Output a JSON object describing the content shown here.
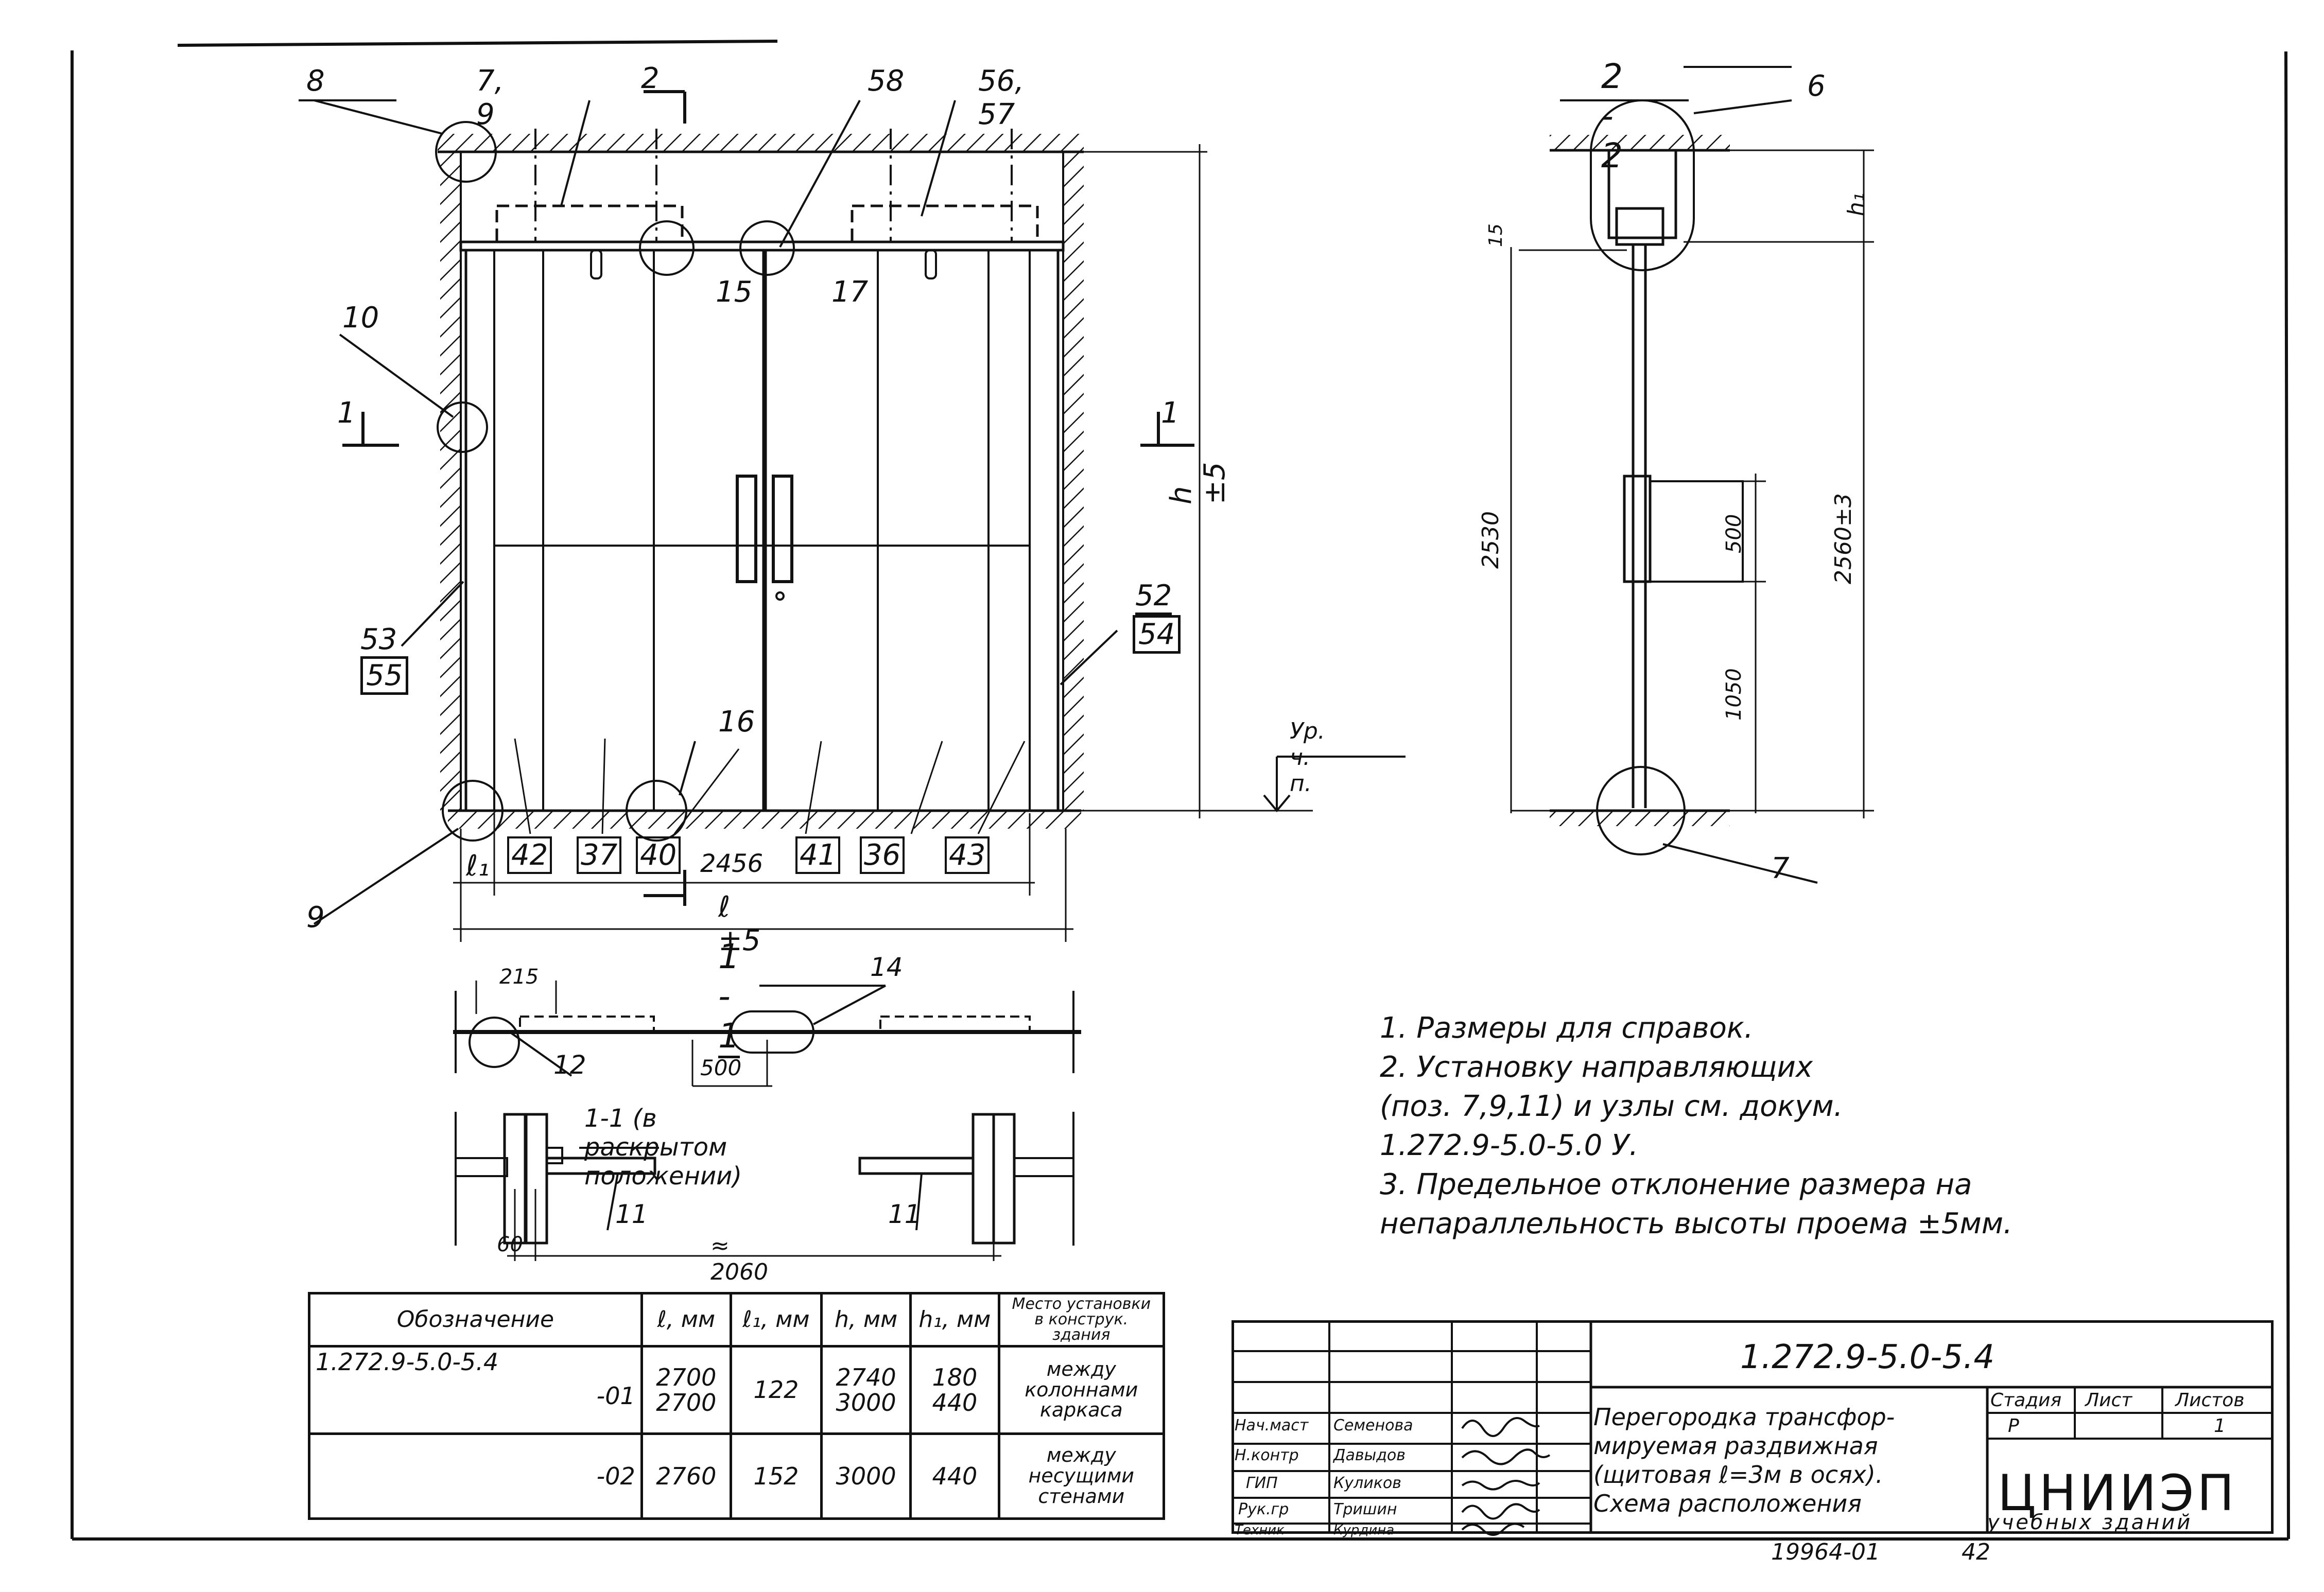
{
  "doc_code": "1.272.9-5.0-5.4",
  "title_lines": [
    "Перегородка трансфор-",
    "мируемая раздвижная",
    "(щитовая ℓ=3м в осях).",
    "Схема расположения"
  ],
  "stage_headers": [
    "Стадия",
    "Лист",
    "Листов"
  ],
  "stage_values": [
    "Р",
    "",
    "1"
  ],
  "organization": "ЦНИИЭП",
  "organization_sub": "учебных зданий",
  "bottom_number": "19964-01",
  "bottom_page": "42",
  "signatures": [
    {
      "role": "Нач.маст",
      "name": "Семенова"
    },
    {
      "role": "Н.контр",
      "name": "Давыдов"
    },
    {
      "role": "ГИП",
      "name": "Куликов"
    },
    {
      "role": "Рук.гр",
      "name": "Тришин"
    },
    {
      "role": "Техник",
      "name": "Курдина"
    }
  ],
  "notes": [
    "1.  Размеры для справок.",
    "2.  Установку направляющих",
    "     (поз. 7,9,11) и узлы см. докум.",
    "     1.272.9-5.0-5.0 У.",
    "3.  Предельное отклонение размера на",
    "     непараллельность высоты проема ±5мм."
  ],
  "spec_table": {
    "headers": [
      "Обозначение",
      "ℓ, мм",
      "ℓ₁, мм",
      "h, мм",
      "h₁, мм",
      "Место установки в конструк. здания"
    ],
    "designation": "1.272.9-5.0-5.4",
    "rows": [
      {
        "variant": "-01",
        "l": [
          "2700",
          "2700"
        ],
        "l1": "122",
        "h": [
          "2740",
          "3000"
        ],
        "h1": [
          "180",
          "440"
        ],
        "place": [
          "между",
          "колоннами",
          "каркаса"
        ]
      },
      {
        "variant": "-02",
        "l": [
          "2760"
        ],
        "l1": "152",
        "h": [
          "3000"
        ],
        "h1": [
          "440"
        ],
        "place": [
          "между",
          "несущими",
          "стенами"
        ]
      }
    ]
  },
  "drawing_labels": {
    "callouts": [
      "8",
      "7, 9",
      "2",
      "58",
      "56, 57",
      "15",
      "17",
      "10",
      "1",
      "1",
      "53",
      "55",
      "52",
      "54",
      "16",
      "42",
      "37",
      "40",
      "41",
      "36",
      "43",
      "9",
      "ℓ₁",
      "2456",
      "ℓ ±5",
      "h ±5",
      "Ур. ч. п."
    ],
    "section_2_2": [
      "2 - 2",
      "6",
      "h₁",
      "15",
      "2530",
      "500",
      "1050",
      "2560±3",
      "7"
    ],
    "section_1_1": [
      "1 - 1",
      "215",
      "14",
      "12",
      "500",
      "1-1 (в раскрытом положении)",
      "11",
      "11",
      "60",
      "≈ 2060"
    ]
  }
}
